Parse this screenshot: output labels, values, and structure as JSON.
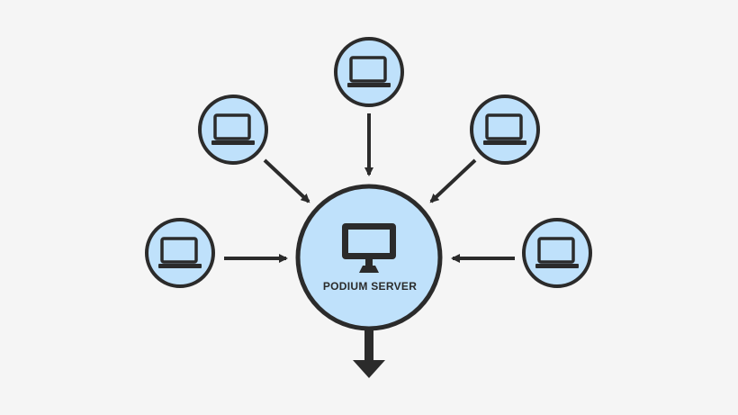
{
  "colors": {
    "background": "#f5f5f5",
    "node_fill": "#bfe1fb",
    "stroke": "#2b2b2b"
  },
  "server": {
    "label": "PODIUM SERVER",
    "icon": "monitor-icon"
  },
  "clients": [
    {
      "id": "top",
      "icon": "laptop-icon"
    },
    {
      "id": "upper-left",
      "icon": "laptop-icon"
    },
    {
      "id": "upper-right",
      "icon": "laptop-icon"
    },
    {
      "id": "left",
      "icon": "laptop-icon"
    },
    {
      "id": "right",
      "icon": "laptop-icon"
    }
  ]
}
